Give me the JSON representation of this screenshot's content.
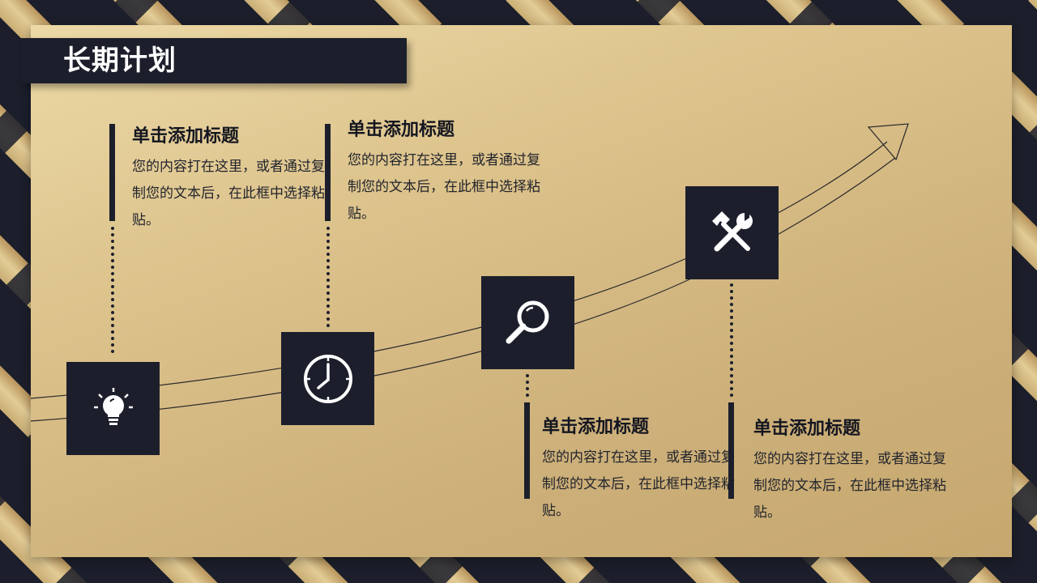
{
  "slide": {
    "title": "长期计划"
  },
  "items": [
    {
      "icon": "lightbulb-icon",
      "title": "单击添加标题",
      "body": "您的内容打在这里，或者通过复制您的文本后，在此框中选择粘贴。"
    },
    {
      "icon": "clock-icon",
      "title": "单击添加标题",
      "body": "您的内容打在这里，或者通过复制您的文本后，在此框中选择粘贴。"
    },
    {
      "icon": "magnifier-icon",
      "title": "单击添加标题",
      "body": "您的内容打在这里，或者通过复制您的文本后，在此框中选择粘贴。"
    },
    {
      "icon": "tools-icon",
      "title": "单击添加标题",
      "body": "您的内容打在这里，或者通过复制您的文本后，在此框中选择粘贴。"
    }
  ],
  "colors": {
    "dark": "#1c1f2b",
    "gold": "#dcc28b"
  }
}
